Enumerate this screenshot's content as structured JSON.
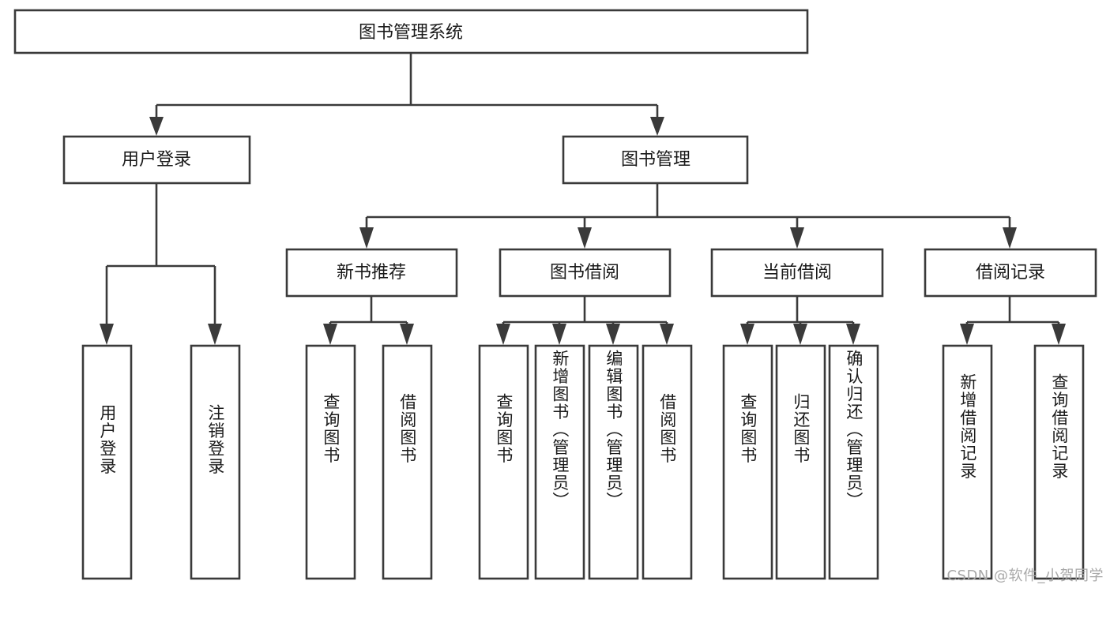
{
  "diagram": {
    "type": "tree",
    "title": "图书管理系统",
    "root": {
      "id": "root",
      "label": "图书管理系统",
      "orientation": "horizontal"
    },
    "level1": [
      {
        "id": "user-login",
        "label": "用户登录",
        "orientation": "horizontal"
      },
      {
        "id": "book-management",
        "label": "图书管理",
        "orientation": "horizontal"
      }
    ],
    "level2": [
      {
        "id": "new-book-recommend",
        "label": "新书推荐",
        "orientation": "horizontal",
        "parent": "book-management"
      },
      {
        "id": "book-borrow",
        "label": "图书借阅",
        "orientation": "horizontal",
        "parent": "book-management"
      },
      {
        "id": "current-borrow",
        "label": "当前借阅",
        "orientation": "horizontal",
        "parent": "book-management"
      },
      {
        "id": "borrow-record",
        "label": "借阅记录",
        "orientation": "horizontal",
        "parent": "book-management"
      }
    ],
    "leaves": [
      {
        "id": "leaf-user-login",
        "label": "用户登录",
        "orientation": "vertical",
        "parent": "user-login"
      },
      {
        "id": "leaf-logout-login",
        "label": "注销登录",
        "orientation": "vertical",
        "parent": "user-login"
      },
      {
        "id": "leaf-query-book-1",
        "label": "查询图书",
        "orientation": "vertical",
        "parent": "new-book-recommend"
      },
      {
        "id": "leaf-borrow-book-1",
        "label": "借阅图书",
        "orientation": "vertical",
        "parent": "new-book-recommend"
      },
      {
        "id": "leaf-query-book-2",
        "label": "查询图书",
        "orientation": "vertical",
        "parent": "book-borrow"
      },
      {
        "id": "leaf-add-book-admin",
        "label": "新增图书（管理员）",
        "orientation": "vertical",
        "parent": "book-borrow"
      },
      {
        "id": "leaf-edit-book-admin",
        "label": "编辑图书（管理员）",
        "orientation": "vertical",
        "parent": "book-borrow"
      },
      {
        "id": "leaf-borrow-book-2",
        "label": "借阅图书",
        "orientation": "vertical",
        "parent": "book-borrow"
      },
      {
        "id": "leaf-query-book-3",
        "label": "查询图书",
        "orientation": "vertical",
        "parent": "current-borrow"
      },
      {
        "id": "leaf-return-book",
        "label": "归还图书",
        "orientation": "vertical",
        "parent": "current-borrow"
      },
      {
        "id": "leaf-confirm-return-admin",
        "label": "确认归还（管理员）",
        "orientation": "vertical",
        "parent": "current-borrow"
      },
      {
        "id": "leaf-add-borrow-record",
        "label": "新增借阅记录",
        "orientation": "vertical",
        "parent": "borrow-record"
      },
      {
        "id": "leaf-query-borrow-record",
        "label": "查询借阅记录",
        "orientation": "vertical",
        "parent": "borrow-record"
      }
    ],
    "colors": {
      "box_stroke": "#3a3a3a",
      "box_fill": "#ffffff",
      "text": "#1a1a1a",
      "connector": "#3a3a3a",
      "background": "#ffffff",
      "watermark": "#a8a8a8"
    }
  },
  "watermark": {
    "text": "CSDN @软件_小贺同学"
  }
}
